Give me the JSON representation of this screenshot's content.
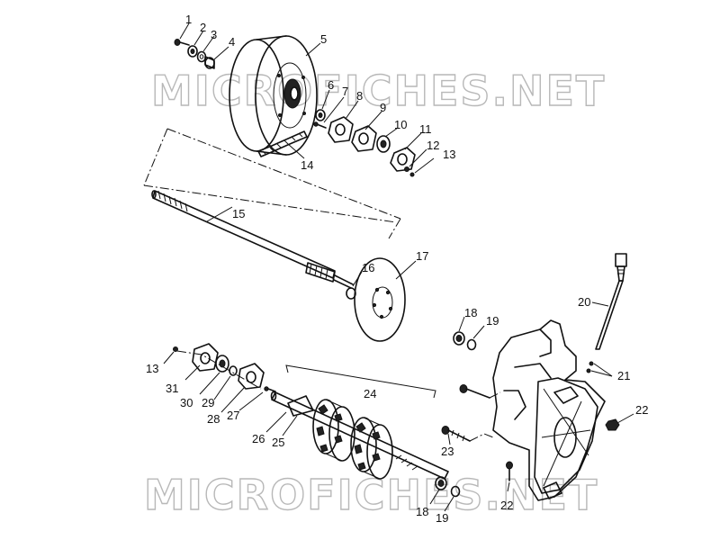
{
  "watermark": {
    "text": "MICROFICHES.NET"
  },
  "callouts": [
    {
      "id": "c1",
      "label": "1"
    },
    {
      "id": "c2",
      "label": "2"
    },
    {
      "id": "c3",
      "label": "3"
    },
    {
      "id": "c4",
      "label": "4"
    },
    {
      "id": "c5",
      "label": "5"
    },
    {
      "id": "c6",
      "label": "6"
    },
    {
      "id": "c7",
      "label": "7"
    },
    {
      "id": "c8",
      "label": "8"
    },
    {
      "id": "c9",
      "label": "9"
    },
    {
      "id": "c10",
      "label": "10"
    },
    {
      "id": "c11",
      "label": "11"
    },
    {
      "id": "c12",
      "label": "12"
    },
    {
      "id": "c13a",
      "label": "13"
    },
    {
      "id": "c14",
      "label": "14"
    },
    {
      "id": "c15",
      "label": "15"
    },
    {
      "id": "c16",
      "label": "16"
    },
    {
      "id": "c17",
      "label": "17"
    },
    {
      "id": "c18a",
      "label": "18"
    },
    {
      "id": "c19a",
      "label": "19"
    },
    {
      "id": "c20",
      "label": "20"
    },
    {
      "id": "c21",
      "label": "21"
    },
    {
      "id": "c22a",
      "label": "22"
    },
    {
      "id": "c13b",
      "label": "13"
    },
    {
      "id": "c31",
      "label": "31"
    },
    {
      "id": "c30",
      "label": "30"
    },
    {
      "id": "c29",
      "label": "29"
    },
    {
      "id": "c28",
      "label": "28"
    },
    {
      "id": "c27",
      "label": "27"
    },
    {
      "id": "c24",
      "label": "24"
    },
    {
      "id": "c26",
      "label": "26"
    },
    {
      "id": "c25",
      "label": "25"
    },
    {
      "id": "c23",
      "label": "23"
    },
    {
      "id": "c22b",
      "label": "22"
    },
    {
      "id": "c18b",
      "label": "18"
    },
    {
      "id": "c19b",
      "label": "19"
    }
  ]
}
